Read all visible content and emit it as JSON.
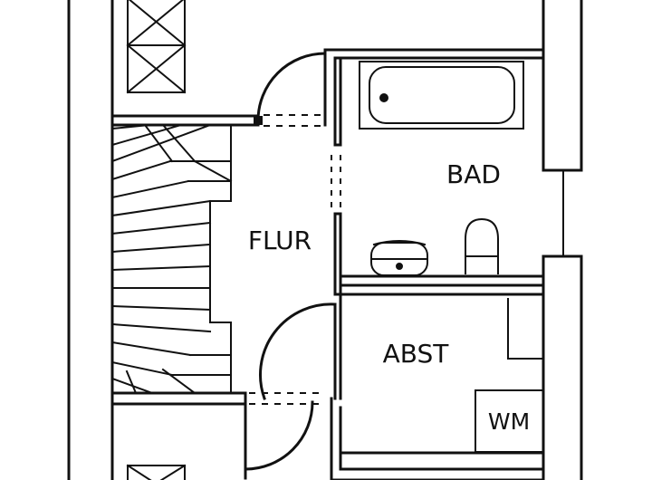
{
  "rooms": {
    "bad": "BAD",
    "flur": "FLUR",
    "abst": "ABST"
  },
  "appliances": {
    "washing_machine": "WM"
  },
  "colors": {
    "wall": "#111111",
    "background": "#ffffff"
  }
}
